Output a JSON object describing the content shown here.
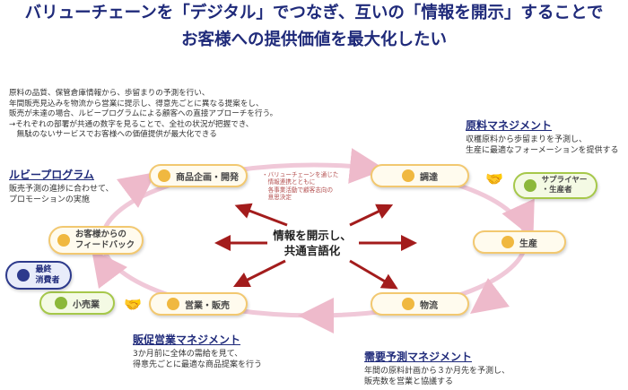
{
  "title": {
    "line1": "バリューチェーンを「デジタル」でつなぎ、互いの「情報を開示」することで",
    "line2": "お客様への提供価値を最大化したい"
  },
  "intro": [
    "原料の品質、保管倉庫情報から、歩留まりの予測を行い、",
    "年間販売見込みを物流から営業に提示し、得意先ごとに異なる提案をし、",
    "販売が未達の場合、ルビープログラムによる顧客への直接アプローチを行う。",
    "→それぞれの部署が共通の数字を見ることで、全社の状況が把握でき、",
    "　無駄のないサービスでお客様への価値提供が最大化できる"
  ],
  "sections": {
    "ruby": {
      "head": "ルビープログラム",
      "desc": [
        "販売予測の進捗に合わせて、",
        "プロモーションの実施"
      ]
    },
    "raw": {
      "head": "原料マネジメント",
      "desc": [
        "収穫原料から歩留まりを予測し、",
        "生産に最適なフォーメーションを提供する"
      ]
    },
    "sales": {
      "head": "販促営業マネジメント",
      "desc": [
        "3か月前に全体の需給を見て、",
        "得意先ごとに最適な商品提案を行う"
      ]
    },
    "demand": {
      "head": "需要予測マネジメント",
      "desc": [
        "年間の原料計画から３か月先を予測し、",
        "販売数を営業と協議する"
      ]
    }
  },
  "nodes": {
    "planning": "商品企画・開発",
    "procurement": "調達",
    "production": "生産",
    "logistics": "物流",
    "sales": "営業・販売",
    "retail": "小売業",
    "feedback": [
      "お客様からの",
      "フィードバック"
    ],
    "consumer": [
      "最終",
      "消費者"
    ],
    "supplier": [
      "サプライヤー",
      "・生産者"
    ]
  },
  "center": [
    "情報を開示し、",
    "共通言語化"
  ],
  "note": [
    "・バリューチェーンを通じた",
    "　情報連携とともに",
    "　各事業活動で顧客志向の",
    "　意思決定"
  ],
  "colors": {
    "title": "#1f2a7a",
    "arrow": "#a31c1c",
    "cycle": "#f0c8d8",
    "node_border": "#f2c870",
    "green": "#a6c84a"
  }
}
